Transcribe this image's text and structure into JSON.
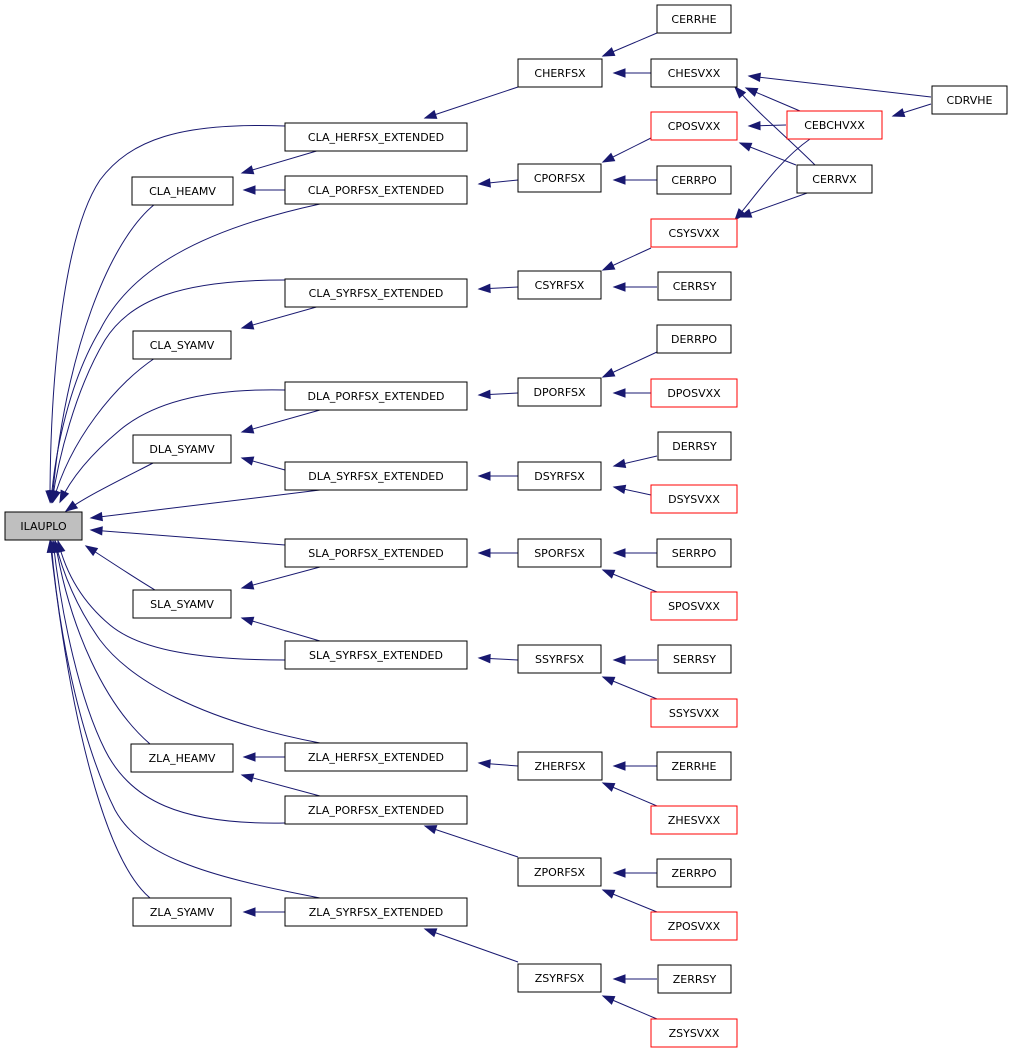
{
  "colors": {
    "edge": "#191970",
    "node_border": "#000000",
    "node_border_highlight": "#ff0000",
    "root_fill": "#bfbfbf",
    "background": "#ffffff"
  },
  "nodes": {
    "ilauplo": {
      "label": "ILAUPLO",
      "style": "root"
    },
    "cla_heamv": {
      "label": "CLA_HEAMV",
      "style": "normal"
    },
    "cla_syamv": {
      "label": "CLA_SYAMV",
      "style": "normal"
    },
    "dla_syamv": {
      "label": "DLA_SYAMV",
      "style": "normal"
    },
    "sla_syamv": {
      "label": "SLA_SYAMV",
      "style": "normal"
    },
    "zla_heamv": {
      "label": "ZLA_HEAMV",
      "style": "normal"
    },
    "zla_syamv": {
      "label": "ZLA_SYAMV",
      "style": "normal"
    },
    "cla_herfsx_ext": {
      "label": "CLA_HERFSX_EXTENDED",
      "style": "normal"
    },
    "cla_porfsx_ext": {
      "label": "CLA_PORFSX_EXTENDED",
      "style": "normal"
    },
    "cla_syrfsx_ext": {
      "label": "CLA_SYRFSX_EXTENDED",
      "style": "normal"
    },
    "dla_porfsx_ext": {
      "label": "DLA_PORFSX_EXTENDED",
      "style": "normal"
    },
    "dla_syrfsx_ext": {
      "label": "DLA_SYRFSX_EXTENDED",
      "style": "normal"
    },
    "sla_porfsx_ext": {
      "label": "SLA_PORFSX_EXTENDED",
      "style": "normal"
    },
    "sla_syrfsx_ext": {
      "label": "SLA_SYRFSX_EXTENDED",
      "style": "normal"
    },
    "zla_herfsx_ext": {
      "label": "ZLA_HERFSX_EXTENDED",
      "style": "normal"
    },
    "zla_porfsx_ext": {
      "label": "ZLA_PORFSX_EXTENDED",
      "style": "normal"
    },
    "zla_syrfsx_ext": {
      "label": "ZLA_SYRFSX_EXTENDED",
      "style": "normal"
    },
    "cherfsx": {
      "label": "CHERFSX",
      "style": "normal"
    },
    "cporfsx": {
      "label": "CPORFSX",
      "style": "normal"
    },
    "csyrfsx": {
      "label": "CSYRFSX",
      "style": "normal"
    },
    "dporfsx": {
      "label": "DPORFSX",
      "style": "normal"
    },
    "dsyrfsx": {
      "label": "DSYRFSX",
      "style": "normal"
    },
    "sporfsx": {
      "label": "SPORFSX",
      "style": "normal"
    },
    "ssyrfsx": {
      "label": "SSYRFSX",
      "style": "normal"
    },
    "zherfsx": {
      "label": "ZHERFSX",
      "style": "normal"
    },
    "zporfsx": {
      "label": "ZPORFSX",
      "style": "normal"
    },
    "zsyrfsx": {
      "label": "ZSYRFSX",
      "style": "normal"
    },
    "cerrhe": {
      "label": "CERRHE",
      "style": "normal"
    },
    "chesvxx": {
      "label": "CHESVXX",
      "style": "normal"
    },
    "cposvxx": {
      "label": "CPOSVXX",
      "style": "highlight"
    },
    "cerrpo": {
      "label": "CERRPO",
      "style": "normal"
    },
    "csysvxx": {
      "label": "CSYSVXX",
      "style": "highlight"
    },
    "cerrsy": {
      "label": "CERRSY",
      "style": "normal"
    },
    "derrpo": {
      "label": "DERRPO",
      "style": "normal"
    },
    "dposvxx": {
      "label": "DPOSVXX",
      "style": "highlight"
    },
    "derrsy": {
      "label": "DERRSY",
      "style": "normal"
    },
    "dsysvxx": {
      "label": "DSYSVXX",
      "style": "highlight"
    },
    "serrpo": {
      "label": "SERRPO",
      "style": "normal"
    },
    "sposvxx": {
      "label": "SPOSVXX",
      "style": "highlight"
    },
    "serrsy": {
      "label": "SERRSY",
      "style": "normal"
    },
    "ssysvxx": {
      "label": "SSYSVXX",
      "style": "highlight"
    },
    "zerrhe": {
      "label": "ZERRHE",
      "style": "normal"
    },
    "zhesvxx": {
      "label": "ZHESVXX",
      "style": "highlight"
    },
    "zerrpo": {
      "label": "ZERRPO",
      "style": "normal"
    },
    "zposvxx": {
      "label": "ZPOSVXX",
      "style": "highlight"
    },
    "zerrsy": {
      "label": "ZERRSY",
      "style": "normal"
    },
    "zsysvxx": {
      "label": "ZSYSVXX",
      "style": "highlight"
    },
    "cebchvxx": {
      "label": "CEBCHVXX",
      "style": "highlight"
    },
    "cerrvx": {
      "label": "CERRVX",
      "style": "normal"
    },
    "cdrvhe": {
      "label": "CDRVHE",
      "style": "normal"
    }
  },
  "edges": [
    {
      "from": "cla_heamv",
      "to": "ilauplo"
    },
    {
      "from": "cla_syamv",
      "to": "ilauplo"
    },
    {
      "from": "dla_syamv",
      "to": "ilauplo"
    },
    {
      "from": "sla_syamv",
      "to": "ilauplo"
    },
    {
      "from": "zla_heamv",
      "to": "ilauplo"
    },
    {
      "from": "zla_syamv",
      "to": "ilauplo"
    },
    {
      "from": "cla_herfsx_ext",
      "to": "ilauplo"
    },
    {
      "from": "cla_porfsx_ext",
      "to": "ilauplo"
    },
    {
      "from": "cla_syrfsx_ext",
      "to": "ilauplo"
    },
    {
      "from": "dla_porfsx_ext",
      "to": "ilauplo"
    },
    {
      "from": "dla_syrfsx_ext",
      "to": "ilauplo"
    },
    {
      "from": "sla_porfsx_ext",
      "to": "ilauplo"
    },
    {
      "from": "sla_syrfsx_ext",
      "to": "ilauplo"
    },
    {
      "from": "zla_herfsx_ext",
      "to": "ilauplo"
    },
    {
      "from": "zla_porfsx_ext",
      "to": "ilauplo"
    },
    {
      "from": "zla_syrfsx_ext",
      "to": "ilauplo"
    },
    {
      "from": "cla_herfsx_ext",
      "to": "cla_heamv"
    },
    {
      "from": "cla_porfsx_ext",
      "to": "cla_heamv"
    },
    {
      "from": "cla_syrfsx_ext",
      "to": "cla_syamv"
    },
    {
      "from": "dla_porfsx_ext",
      "to": "dla_syamv"
    },
    {
      "from": "dla_syrfsx_ext",
      "to": "dla_syamv"
    },
    {
      "from": "sla_porfsx_ext",
      "to": "sla_syamv"
    },
    {
      "from": "sla_syrfsx_ext",
      "to": "sla_syamv"
    },
    {
      "from": "zla_herfsx_ext",
      "to": "zla_heamv"
    },
    {
      "from": "zla_porfsx_ext",
      "to": "zla_heamv"
    },
    {
      "from": "zla_syrfsx_ext",
      "to": "zla_syamv"
    },
    {
      "from": "cherfsx",
      "to": "cla_herfsx_ext"
    },
    {
      "from": "cporfsx",
      "to": "cla_porfsx_ext"
    },
    {
      "from": "csyrfsx",
      "to": "cla_syrfsx_ext"
    },
    {
      "from": "dporfsx",
      "to": "dla_porfsx_ext"
    },
    {
      "from": "dsyrfsx",
      "to": "dla_syrfsx_ext"
    },
    {
      "from": "sporfsx",
      "to": "sla_porfsx_ext"
    },
    {
      "from": "ssyrfsx",
      "to": "sla_syrfsx_ext"
    },
    {
      "from": "zherfsx",
      "to": "zla_herfsx_ext"
    },
    {
      "from": "zporfsx",
      "to": "zla_porfsx_ext"
    },
    {
      "from": "zsyrfsx",
      "to": "zla_syrfsx_ext"
    },
    {
      "from": "cerrhe",
      "to": "cherfsx"
    },
    {
      "from": "chesvxx",
      "to": "cherfsx"
    },
    {
      "from": "cposvxx",
      "to": "cporfsx"
    },
    {
      "from": "cerrpo",
      "to": "cporfsx"
    },
    {
      "from": "csysvxx",
      "to": "csyrfsx"
    },
    {
      "from": "cerrsy",
      "to": "csyrfsx"
    },
    {
      "from": "derrpo",
      "to": "dporfsx"
    },
    {
      "from": "dposvxx",
      "to": "dporfsx"
    },
    {
      "from": "derrsy",
      "to": "dsyrfsx"
    },
    {
      "from": "dsysvxx",
      "to": "dsyrfsx"
    },
    {
      "from": "serrpo",
      "to": "sporfsx"
    },
    {
      "from": "sposvxx",
      "to": "sporfsx"
    },
    {
      "from": "serrsy",
      "to": "ssyrfsx"
    },
    {
      "from": "ssysvxx",
      "to": "ssyrfsx"
    },
    {
      "from": "zerrhe",
      "to": "zherfsx"
    },
    {
      "from": "zhesvxx",
      "to": "zherfsx"
    },
    {
      "from": "zerrpo",
      "to": "zporfsx"
    },
    {
      "from": "zposvxx",
      "to": "zporfsx"
    },
    {
      "from": "zerrsy",
      "to": "zsyrfsx"
    },
    {
      "from": "zsysvxx",
      "to": "zsyrfsx"
    },
    {
      "from": "cdrvhe",
      "to": "chesvxx"
    },
    {
      "from": "cebchvxx",
      "to": "chesvxx"
    },
    {
      "from": "cerrvx",
      "to": "chesvxx"
    },
    {
      "from": "cebchvxx",
      "to": "cposvxx"
    },
    {
      "from": "cerrvx",
      "to": "cposvxx"
    },
    {
      "from": "cebchvxx",
      "to": "csysvxx"
    },
    {
      "from": "cerrvx",
      "to": "csysvxx"
    },
    {
      "from": "cdrvhe",
      "to": "cebchvxx"
    }
  ]
}
